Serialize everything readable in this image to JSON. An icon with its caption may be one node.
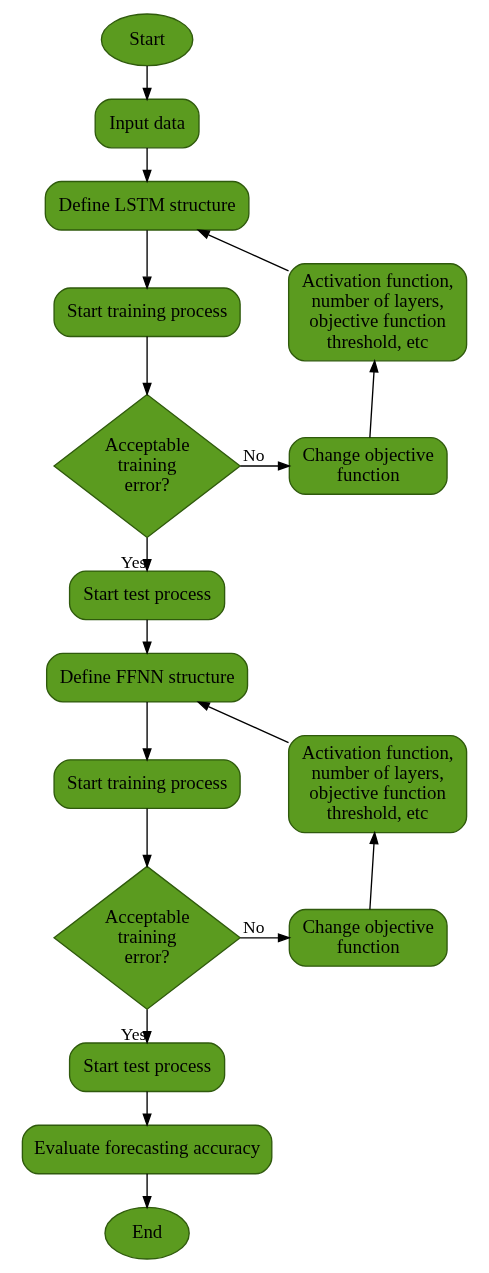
{
  "diagram": {
    "nodes": [
      {
        "text": [
          "Start"
        ]
      },
      {
        "text": [
          "Input data"
        ]
      },
      {
        "text": [
          "Define LSTM structure"
        ]
      },
      {
        "text": [
          "Start training process"
        ]
      },
      {
        "text": [
          "Acceptable training error?"
        ]
      },
      {
        "text": [
          "Change objective function"
        ]
      },
      {
        "text": [
          "Activation function, number of layers, objective function threshold, etc"
        ]
      },
      {
        "text": [
          "Start test process"
        ]
      },
      {
        "text": [
          "Define FFNN structure"
        ]
      },
      {
        "text": [
          "Start training process"
        ]
      },
      {
        "text": [
          "Acceptable training error?"
        ]
      },
      {
        "text": [
          "Change objective function"
        ]
      },
      {
        "text": [
          "Activation function, number of layers, objective function threshold, etc"
        ]
      },
      {
        "text": [
          "Start test process"
        ]
      },
      {
        "text": [
          "Evaluate forecasting accuracy"
        ]
      },
      {
        "text": [
          "End"
        ]
      }
    ],
    "edges": [
      {
        "from": 0,
        "to": 1,
        "arrow": "to"
      },
      {
        "from": 1,
        "to": 2,
        "arrow": "to"
      },
      {
        "from": 2,
        "to": 3,
        "arrow": "to"
      },
      {
        "from": 3,
        "to": 4,
        "arrow": "to"
      },
      {
        "from": 4,
        "to": 5,
        "arrow": "to",
        "label": "No"
      },
      {
        "from": 5,
        "to": 6,
        "arrow": "to"
      },
      {
        "from": 6,
        "to": 2,
        "arrow": "to"
      },
      {
        "from": 4,
        "to": 7,
        "arrow": "to",
        "label": "Yes"
      },
      {
        "from": 7,
        "to": 8,
        "arrow": "to"
      },
      {
        "from": 8,
        "to": 9,
        "arrow": "to"
      },
      {
        "from": 9,
        "to": 10,
        "arrow": "to"
      },
      {
        "from": 10,
        "to": 11,
        "arrow": "to",
        "label": "No"
      },
      {
        "from": 11,
        "to": 12,
        "arrow": "to"
      },
      {
        "from": 12,
        "to": 8,
        "arrow": "to"
      },
      {
        "from": 10,
        "to": 13,
        "arrow": "to",
        "label": "Yes"
      },
      {
        "from": 13,
        "to": 14,
        "arrow": "to"
      },
      {
        "from": 14,
        "to": 15,
        "arrow": "to"
      }
    ]
  }
}
